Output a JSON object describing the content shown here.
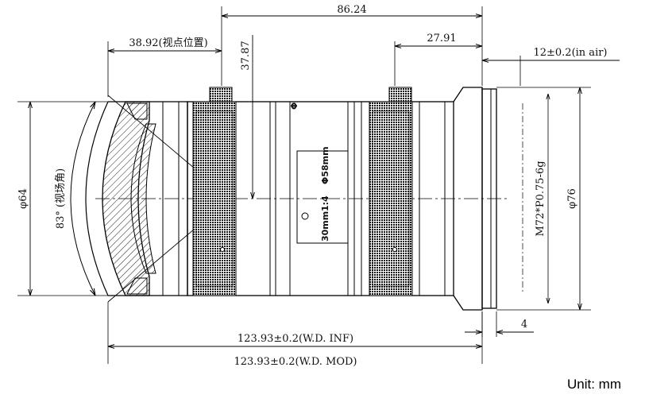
{
  "dimensions": {
    "total_length_top": "86.24",
    "view_point": "38.92(视点位置)",
    "knob_offset": "37.87",
    "rear_length": "27.91",
    "flange_back": "12±0.2(in air)",
    "front_diameter": "φ64",
    "field_angle": "83° (视场角)",
    "mount_thread": "M72*P0.75-6g",
    "rear_diameter": "φ76",
    "mount_depth": "4",
    "length_inf": "123.93±0.2(W.D. INF)",
    "length_mod": "123.93±0.2(W.D. MOD)"
  },
  "lens_markings": {
    "diameter": "Φ58mm",
    "aperture": "1:4",
    "focal_length": "30mm"
  },
  "unit_label": "Unit: mm"
}
